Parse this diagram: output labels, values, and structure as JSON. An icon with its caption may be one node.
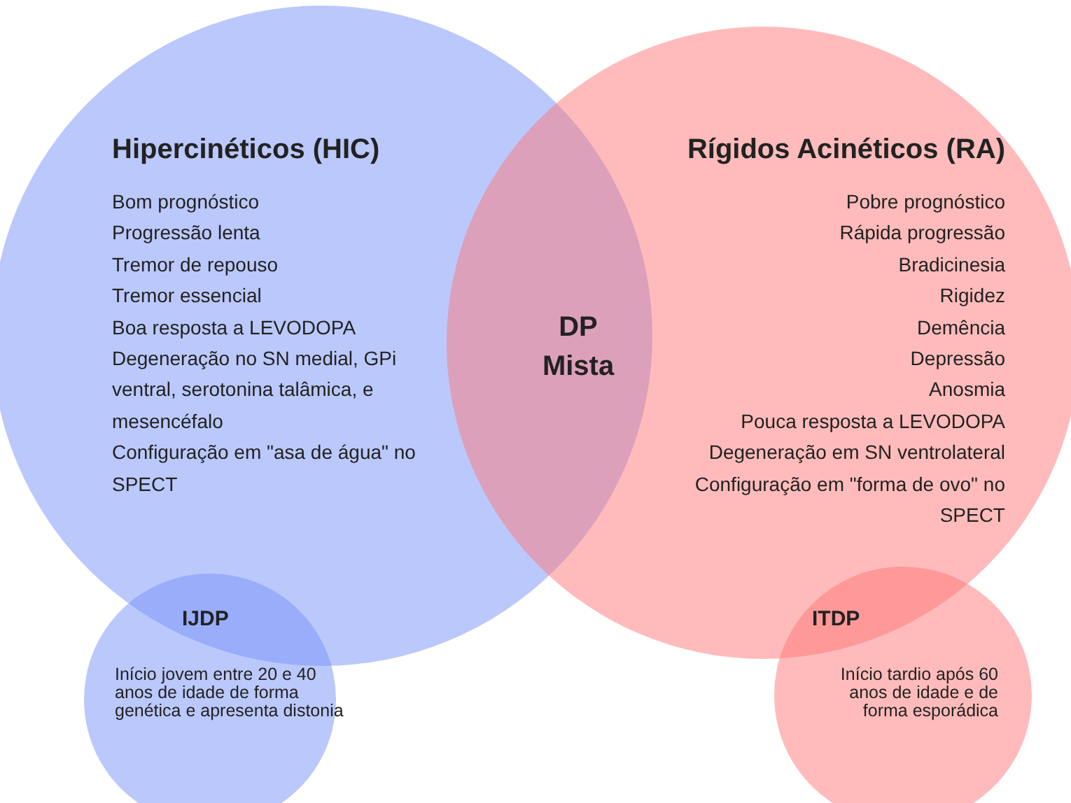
{
  "diagram": {
    "nodes": [
      {
        "text": [
          "Hipercinéticos (HIC)",
          "Bom prognóstico",
          "Progressão lenta",
          "Tremor de repouso",
          "Tremor essencial",
          "Boa resposta a LEVODOPA",
          "Degeneração no SN medial, GPi ventral, serotonina talâmica, e mesencéfalo",
          "Configuração em \"asa de água\" no SPECT"
        ]
      },
      {
        "text": [
          "Rígidos Acinéticos (RA)",
          "Pobre prognóstico",
          "Rápida progressão",
          "Bradicinesia",
          "Rigidez",
          "Demência",
          "Depressão",
          "Anosmia",
          "Pouca resposta a LEVODOPA",
          "Degeneração em SN ventrolateral",
          "Configuração em \"forma de ovo\" no SPECT"
        ]
      },
      {
        "text": [
          "IJDP",
          "Início jovem entre 20 e 40 anos de idade de forma genética e apresenta distonia"
        ]
      },
      {
        "text": [
          "ITDP",
          "Início tardio após 60 anos de idade e de forma esporádica"
        ]
      }
    ],
    "labels": [
      "DP Mista"
    ]
  }
}
